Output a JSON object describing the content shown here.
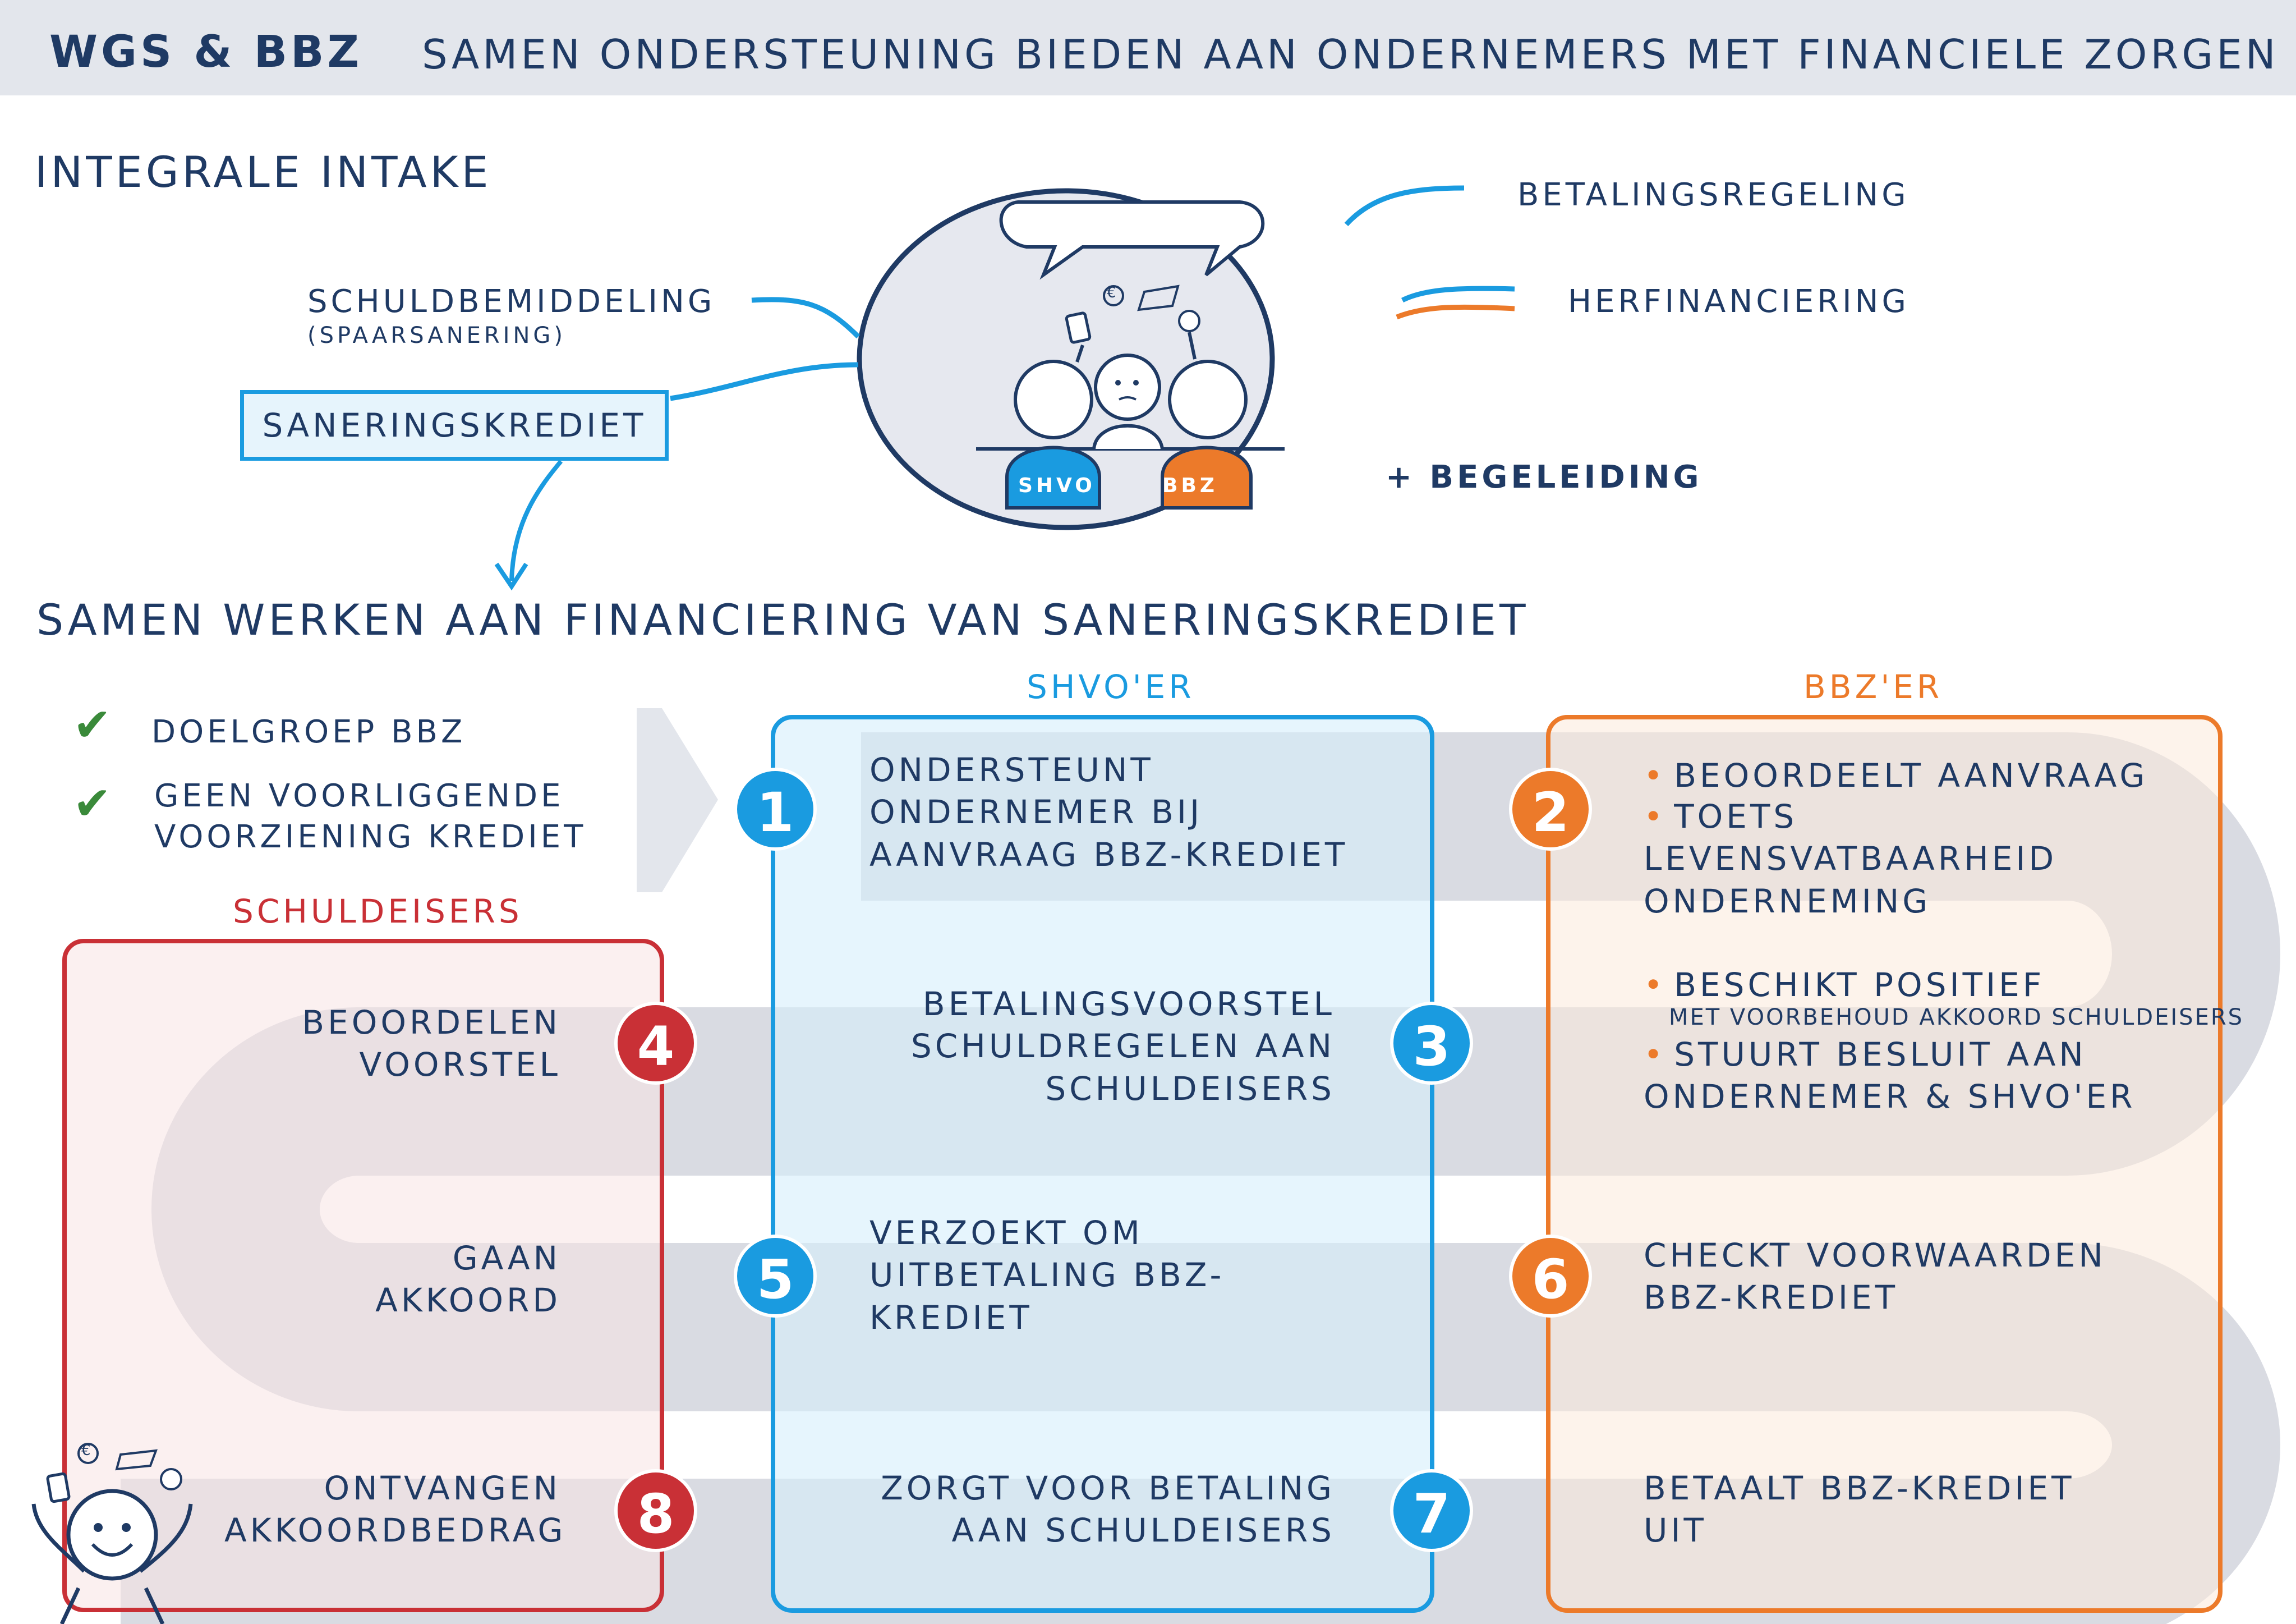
{
  "header": {
    "title": "WGS & BBZ",
    "subtitle": "SAMEN ONDERSTEUNING BIEDEN AAN ONDERNEMERS MET FINANCIELE ZORGEN"
  },
  "intake": {
    "heading": "INTEGRALE INTAKE",
    "options_left": {
      "schuldbemiddeling": "SCHULDBEMIDDELING",
      "schuldbemiddeling_note": "(SPAARSANERING)",
      "saneringskrediet": "SANERINGSKREDIET"
    },
    "options_right": {
      "betalingsregeling": "BETALINGSREGELING",
      "herfinanciering": "HERFINANCIERING",
      "begeleiding": "+ BEGELEIDING"
    },
    "people": {
      "shvo": "SHVO",
      "bbz": "BBZ",
      "euro": "€"
    }
  },
  "financing": {
    "heading": "SAMEN WERKEN AAN FINANCIERING VAN SANERINGSKREDIET",
    "criteria": [
      "DOELGROEP BBZ",
      "GEEN VOORLIGGENDE VOORZIENING KREDIET"
    ],
    "columns": {
      "schuldeisers": "SCHULDEISERS",
      "shvoer": "SHVO'ER",
      "bbzer": "BBZ'ER"
    },
    "steps": {
      "s1": {
        "number": "1",
        "text": "ONDERSTEUNT ONDERNEMER BIJ AANVRAAG BBZ-KREDIET"
      },
      "s2": {
        "number": "2",
        "bullets": [
          "BEOORDEELT AANVRAAG",
          "TOETS LEVENSVATBAARHEID ONDERNEMING"
        ]
      },
      "s3": {
        "number": "3",
        "text": "BETALINGSVOORSTEL SCHULDREGELEN AAN SCHULDEISERS",
        "bullet1": "BESCHIKT POSITIEF",
        "note": "MET VOORBEHOUD AKKOORD SCHULDEISERS",
        "bullet2": "STUURT BESLUIT AAN ONDERNEMER & SHVO'ER"
      },
      "s4": {
        "number": "4",
        "text": "BEOORDELEN VOORSTEL"
      },
      "s5": {
        "number": "5",
        "text": "VERZOEKT OM UITBETALING BBZ-KREDIET",
        "left": "GAAN AKKOORD"
      },
      "s6": {
        "number": "6",
        "text": "CHECKT VOORWAARDEN BBZ-KREDIET"
      },
      "s7": {
        "number": "7",
        "text": "ZORGT VOOR BETALING AAN SCHULDEISERS"
      },
      "s8": {
        "number": "8",
        "text": "ONTVANGEN AKKOORDBEDRAG",
        "right": "BETAALT BBZ-KREDIET UIT"
      }
    }
  },
  "colors": {
    "navy": "#1f3a64",
    "blue": "#1a9be0",
    "orange": "#ec7a2a",
    "red": "#c93036",
    "path_grey": "#c9ccd6"
  }
}
